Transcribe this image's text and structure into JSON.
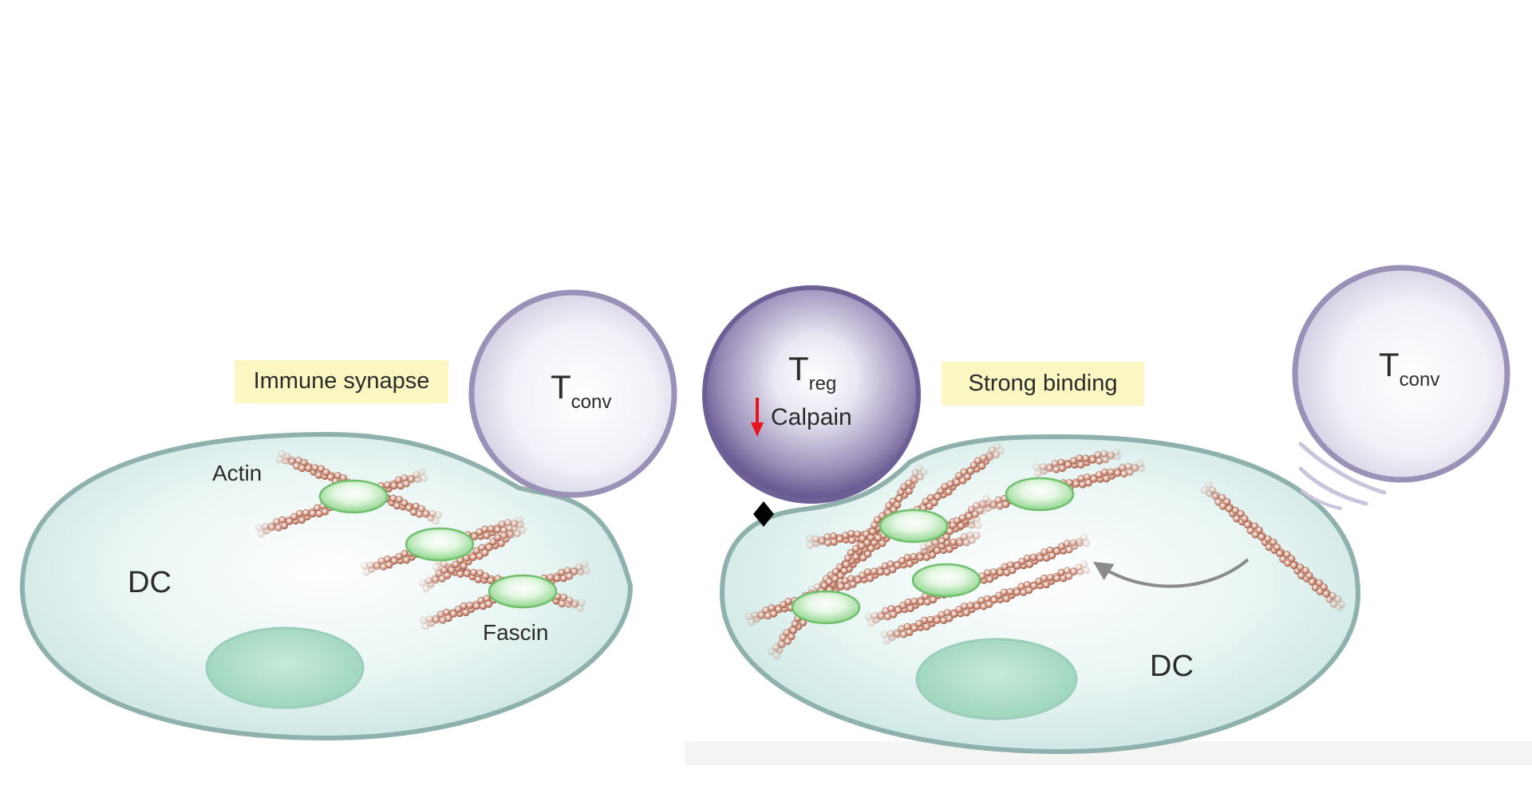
{
  "left_panel": {
    "banner": "Immune synapse",
    "t_cell": {
      "main": "T",
      "sub": "conv"
    },
    "actin_label": "Actin",
    "dc_label": "DC",
    "fascin_label": "Fascin"
  },
  "right_panel": {
    "t_reg": {
      "main": "T",
      "sub": "reg",
      "calpain": "Calpain"
    },
    "banner": "Strong binding",
    "t_conv": {
      "main": "T",
      "sub": "conv"
    },
    "dc_label": "DC"
  },
  "colors": {
    "dc_fill": "#dff0ee",
    "dc_stroke": "#8fb1ae",
    "nucleus": "#a9dcc4",
    "tconv_stroke": "#9b90b8",
    "treg_fill": "#6e5f96",
    "banner_bg": "#fbf7c2",
    "bead": "#c98a78",
    "fascin": "#bfe9bd",
    "down_arrow": "#e8141c",
    "curve_arrow": "#8a8a8a"
  }
}
